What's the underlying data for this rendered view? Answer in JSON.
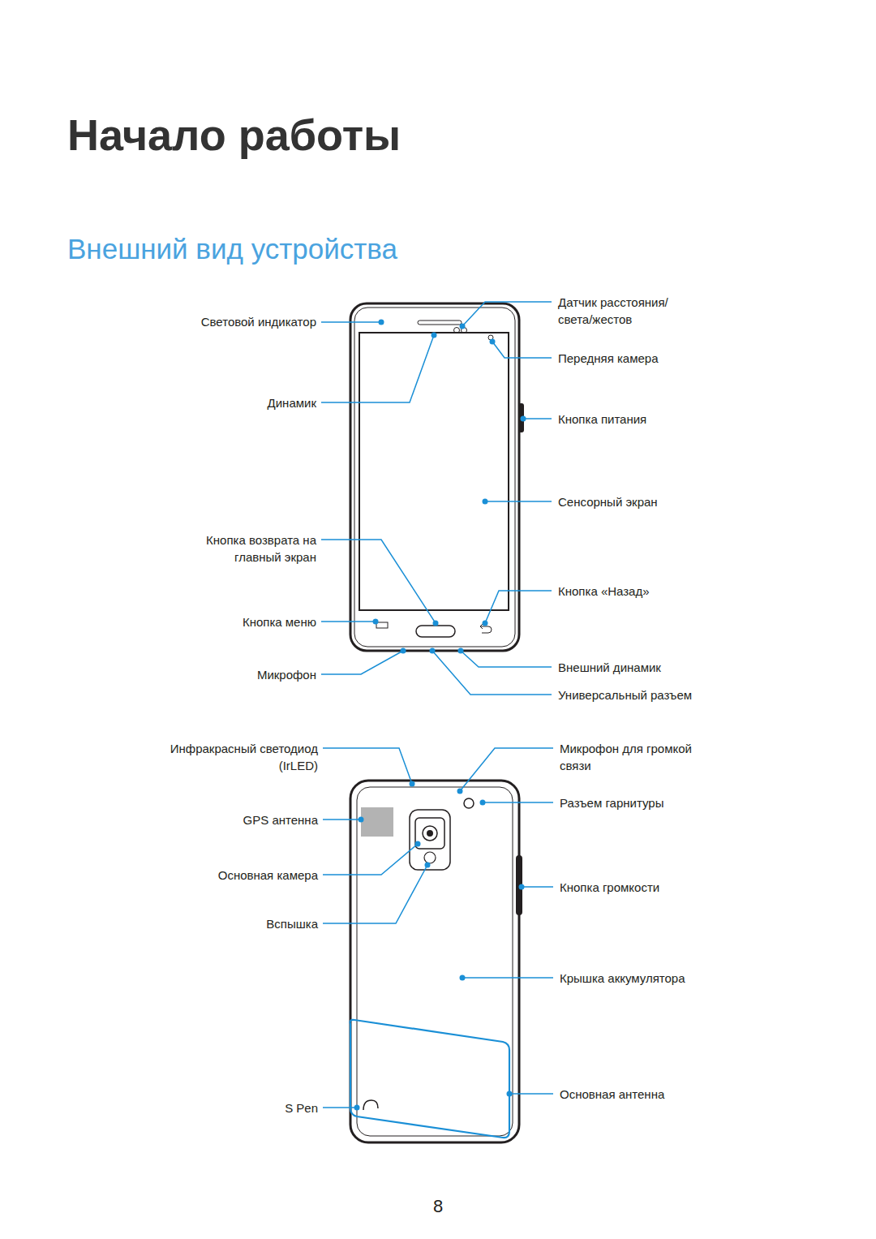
{
  "diagram": {
    "title": "Начало работы",
    "labels": [
      "Внешний вид устройства",
      "Световой индикатор",
      "Датчик расстояния/ света/жестов",
      "Передняя камера",
      "Динамик",
      "Кнопка питания",
      "Сенсорный экран",
      "Кнопка возврата на главный экран",
      "Кнопка «Назад»",
      "Кнопка меню",
      "Микрофон",
      "Внешний динамик",
      "Универсальный разъем",
      "Инфракрасный светодиод (IrLED)",
      "Микрофон для громкой связи",
      "Разъем гарнитуры",
      "GPS антенна",
      "Основная камера",
      "Кнопка громкости",
      "Вспышка",
      "Крышка аккумулятора",
      "Основная антенна",
      "S Pen",
      "8"
    ]
  }
}
